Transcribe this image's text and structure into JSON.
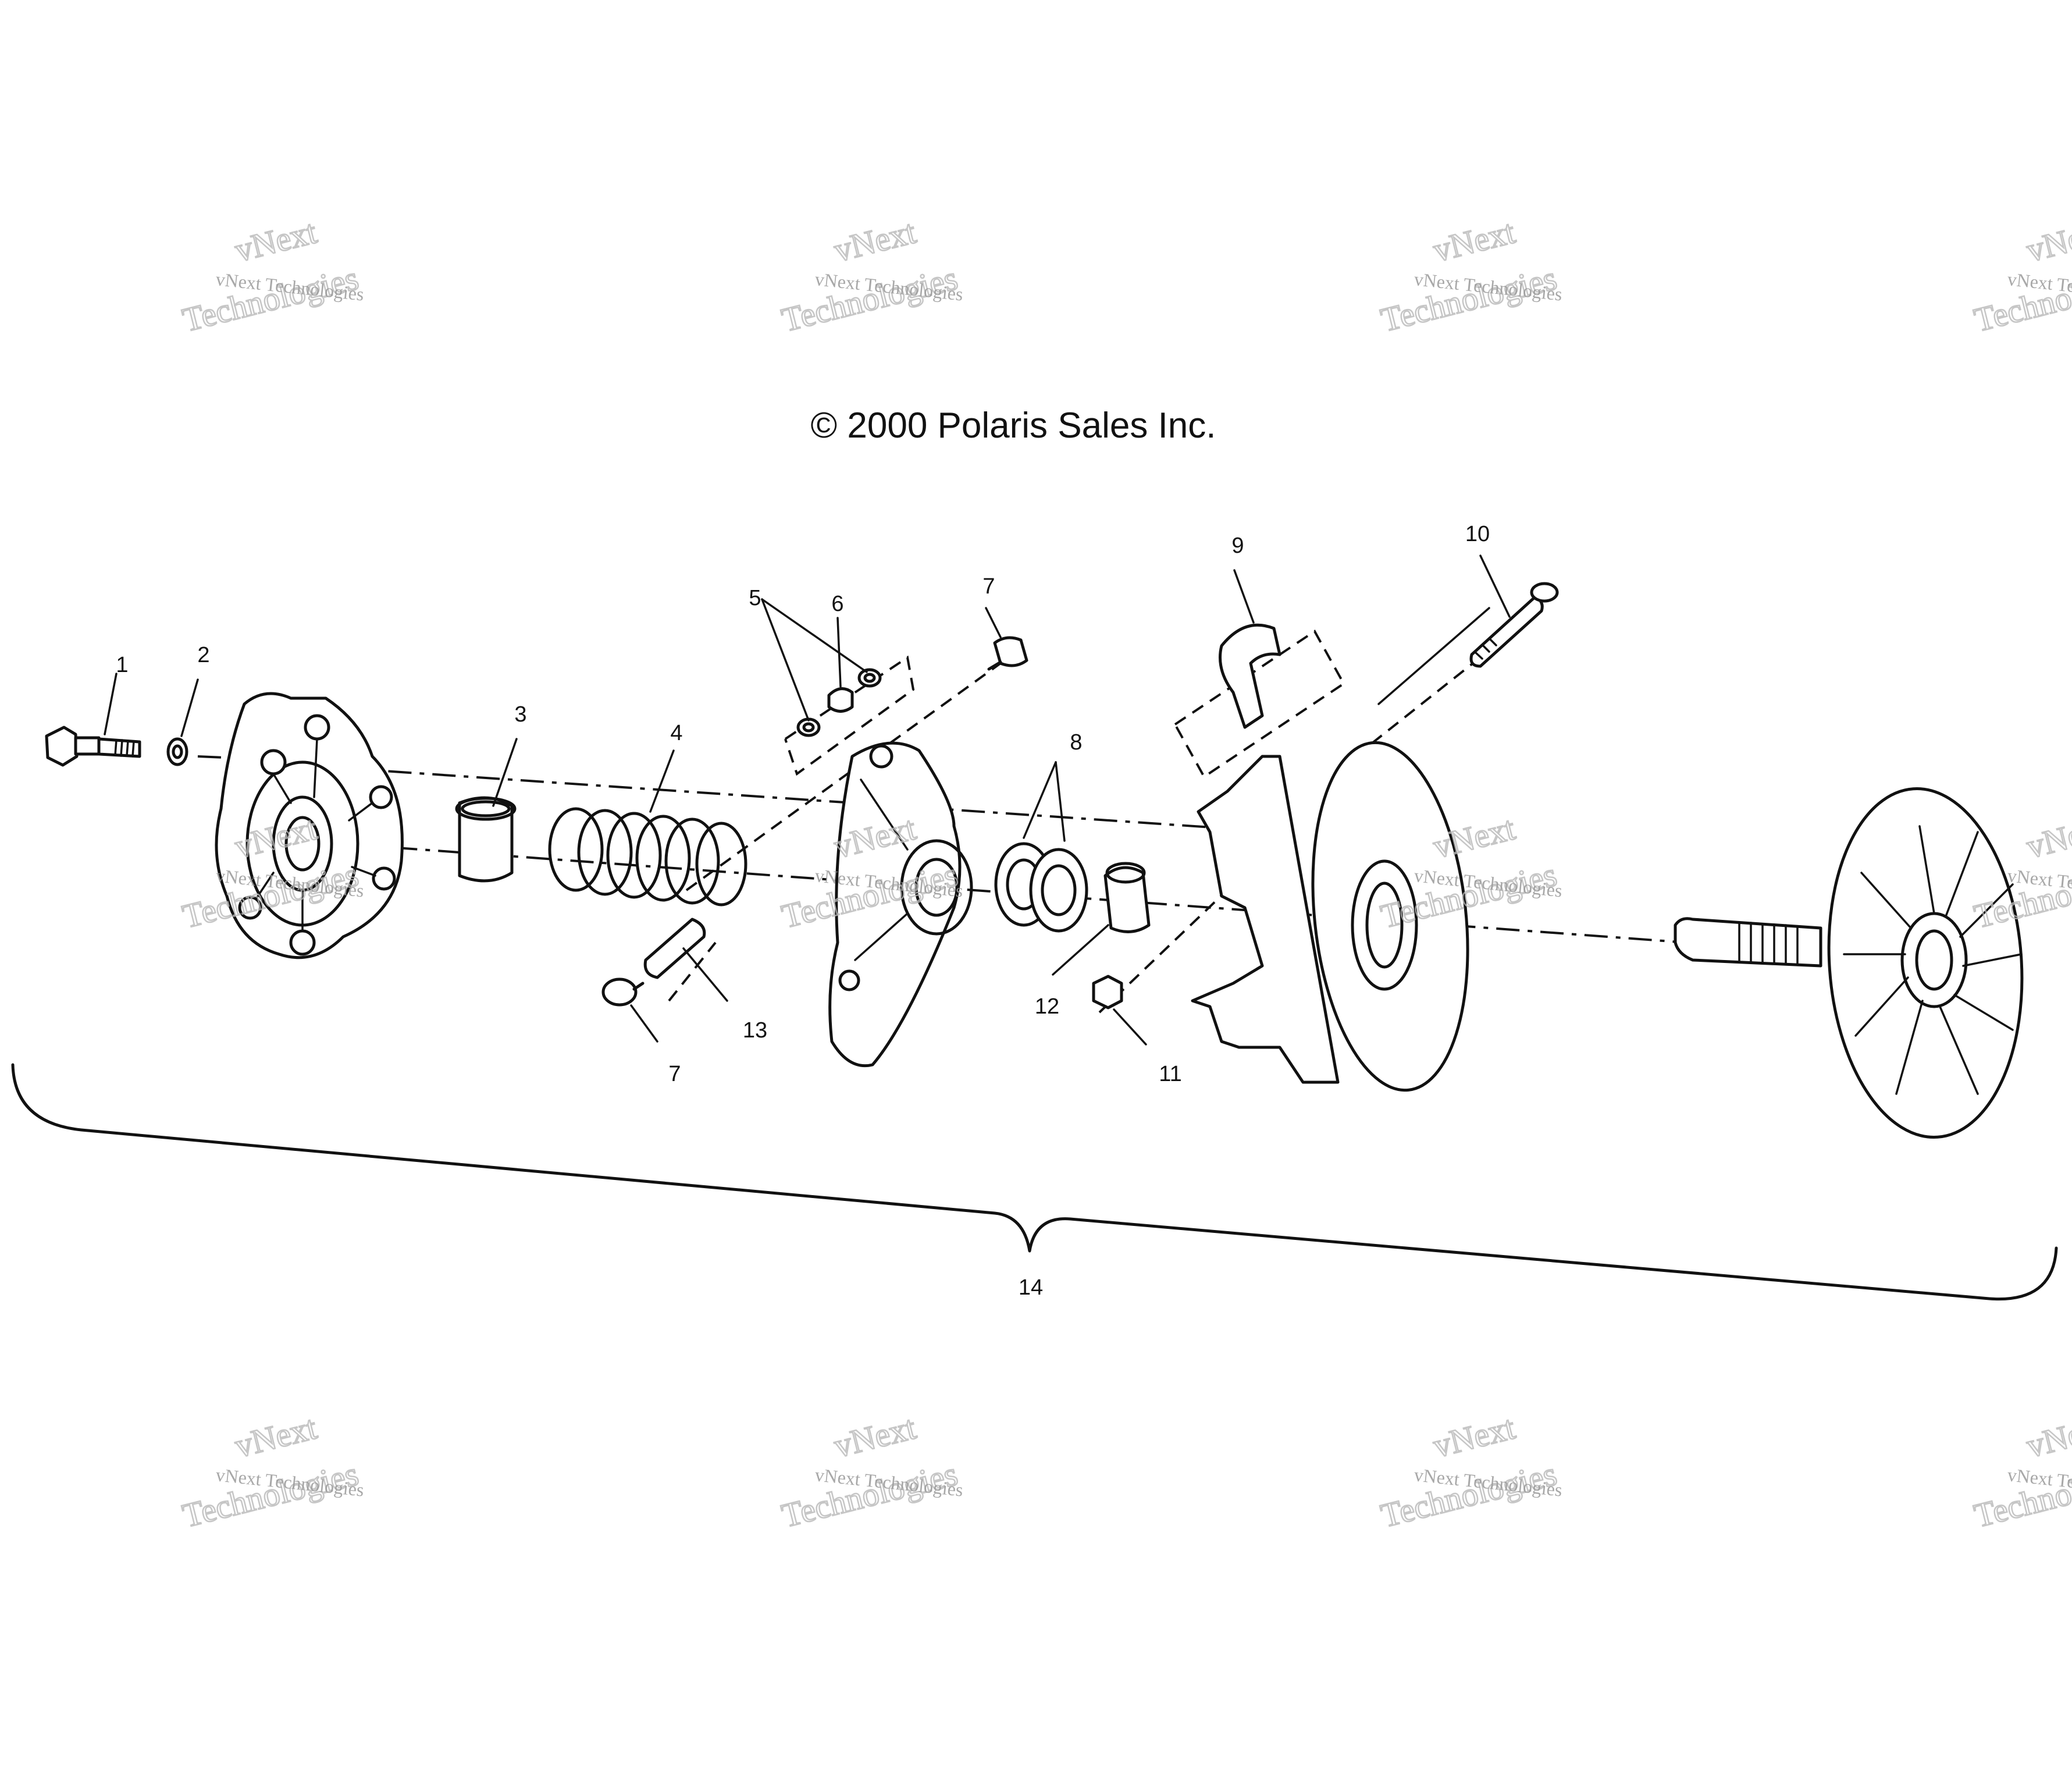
{
  "copyright": "© 2000 Polaris Sales Inc.",
  "watermark": {
    "small_text": "vNext Technologies",
    "big_line1": "vNext",
    "big_line2": "Technologies"
  },
  "callouts": [
    "1",
    "2",
    "3",
    "4",
    "5",
    "6",
    "7",
    "7",
    "8",
    "9",
    "10",
    "11",
    "12",
    "13",
    "14"
  ],
  "colors": {
    "ink": "#111111",
    "background": "#ffffff",
    "watermark": "#b8b8b8"
  }
}
